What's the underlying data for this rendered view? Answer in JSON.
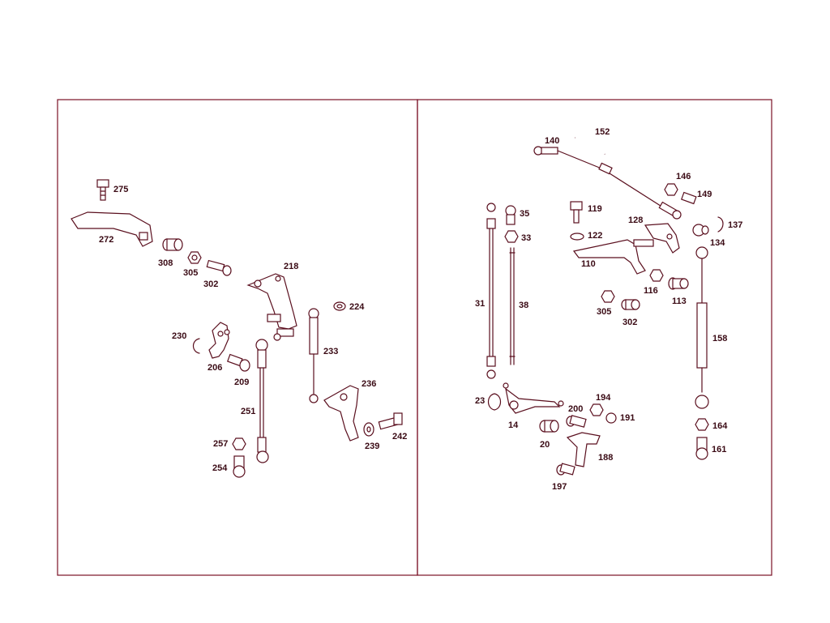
{
  "diagram": {
    "frame_color": "#7a1026",
    "ink_color": "#5a0f1e",
    "panels": [
      {
        "id": "left",
        "labels": [
          "275",
          "272",
          "308",
          "305",
          "302",
          "218",
          "224",
          "230",
          "206",
          "209",
          "233",
          "236",
          "251",
          "257",
          "254",
          "239",
          "242"
        ]
      },
      {
        "id": "right",
        "labels": [
          "152",
          "140",
          "146",
          "149",
          "35",
          "119",
          "128",
          "137",
          "33",
          "122",
          "134",
          "110",
          "116",
          "113",
          "31",
          "38",
          "305",
          "302",
          "158",
          "23",
          "194",
          "200",
          "191",
          "14",
          "20",
          "188",
          "164",
          "161",
          "197"
        ]
      }
    ]
  }
}
